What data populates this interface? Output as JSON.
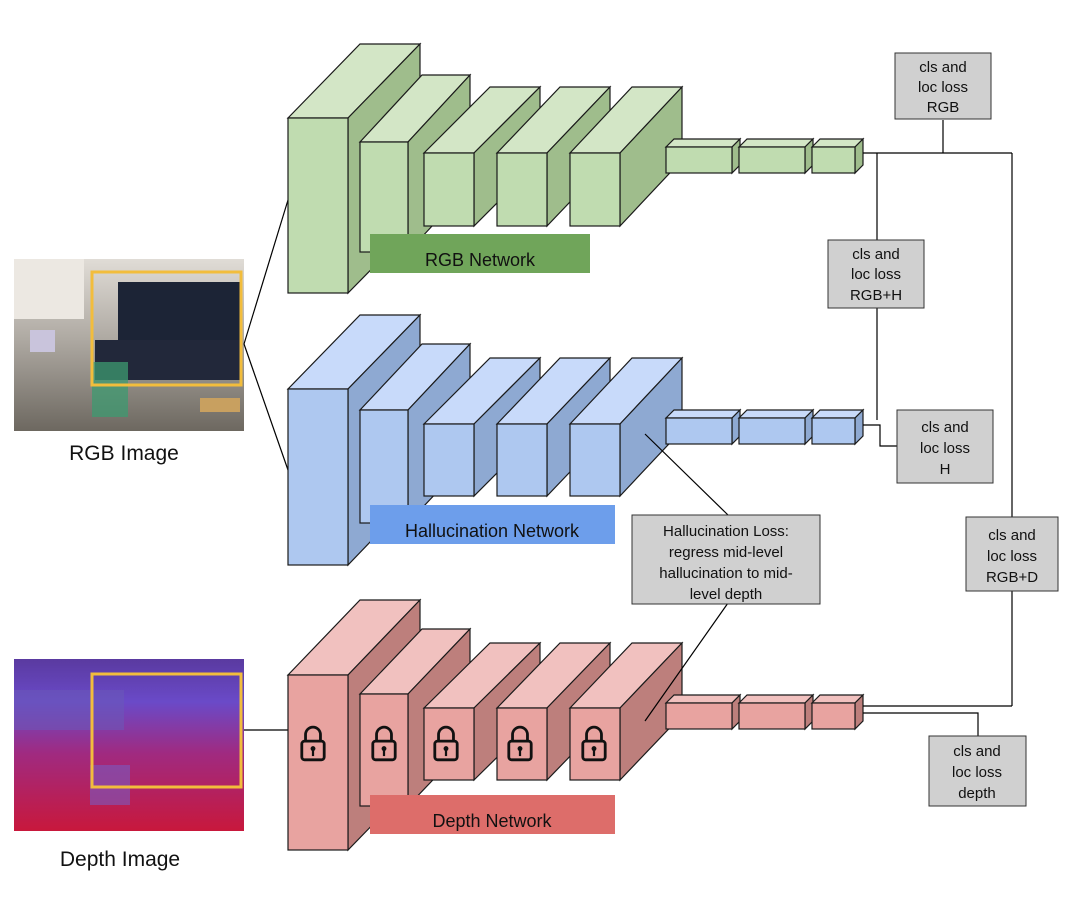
{
  "images": {
    "rgb_caption": "RGB Image",
    "depth_caption": "Depth Image"
  },
  "networks": {
    "rgb_label": "RGB Network",
    "hallucination_label": "Hallucination Network",
    "depth_label": "Depth Network"
  },
  "losses": {
    "rgb": [
      "cls and",
      "loc loss",
      "RGB"
    ],
    "rgb_h": [
      "cls and",
      "loc loss",
      "RGB+H"
    ],
    "h": [
      "cls and",
      "loc loss",
      "H"
    ],
    "rgb_d": [
      "cls and",
      "loc loss",
      "RGB+D"
    ],
    "depth": [
      "cls and",
      "loc loss",
      "depth"
    ],
    "hallucination": [
      "Hallucination Loss:",
      "regress mid-level",
      "hallucination to mid-",
      "level depth"
    ]
  },
  "colors": {
    "rgb": "#c0dcb0",
    "hallucination": "#aec8f0",
    "depth": "#e8a3a0",
    "rgb_label_bg": "#70a55a",
    "hallucination_label_bg": "#6d9eeb",
    "depth_label_bg": "#dd6d6a",
    "loss_box": "#d0d0d0",
    "highlight_box": "#f2bd3c"
  },
  "icons": {
    "depth_layers": "lock-icon"
  }
}
